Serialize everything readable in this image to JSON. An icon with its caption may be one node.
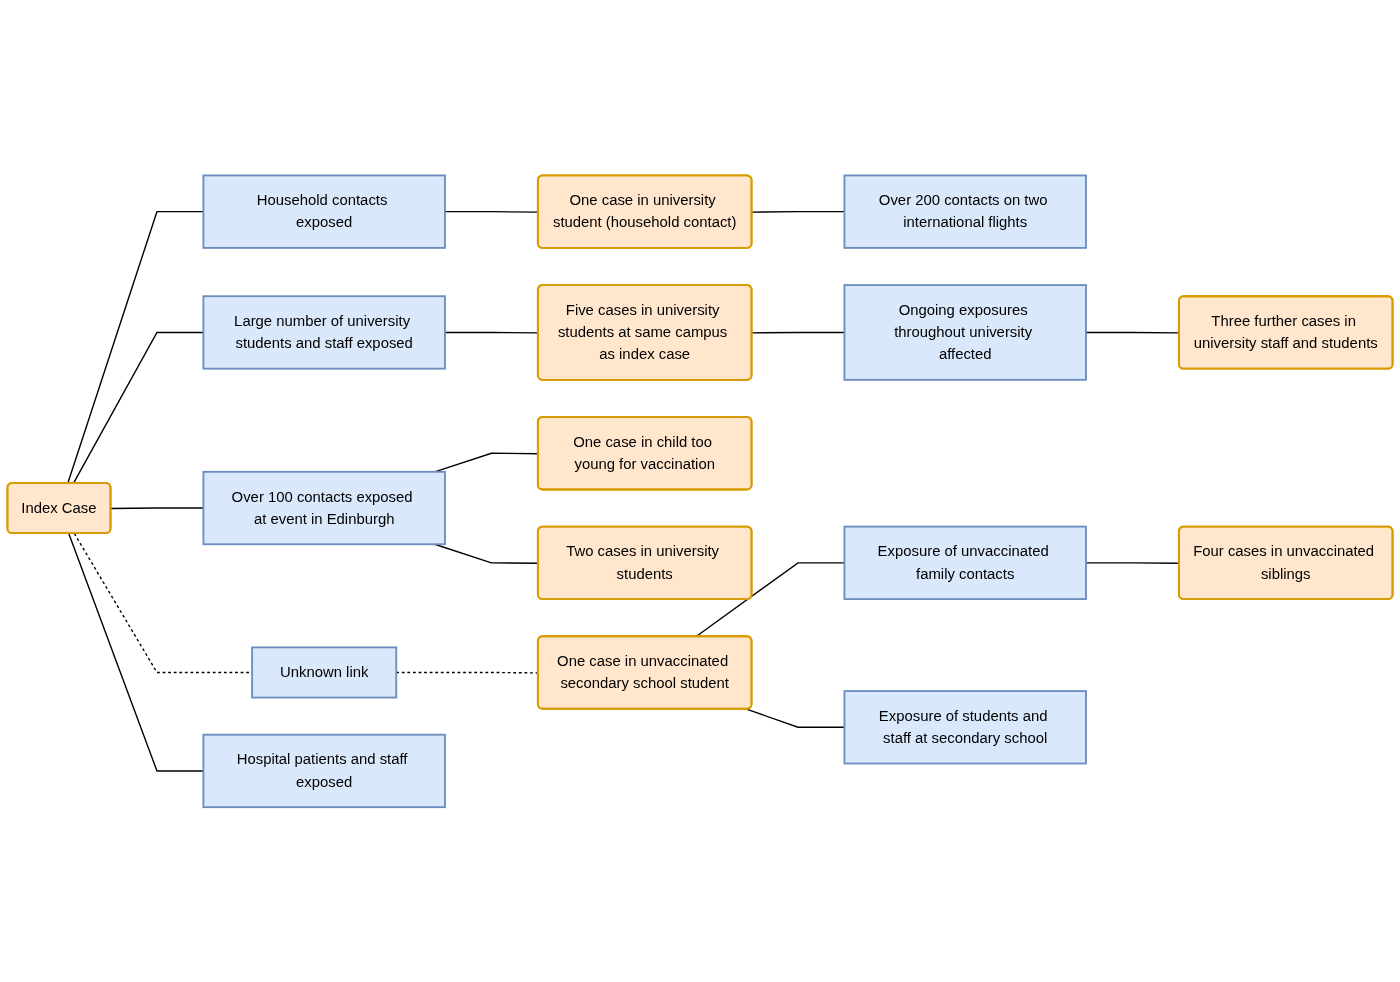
{
  "diagram": {
    "nodes": [
      {
        "text": [
          "Index Case"
        ]
      },
      {
        "text": [
          "Household contacts exposed"
        ]
      },
      {
        "text": [
          "One case in university student (household contact)"
        ]
      },
      {
        "text": [
          "Over 200 contacts on two international flights"
        ]
      },
      {
        "text": [
          "Large number of university students and staff exposed"
        ]
      },
      {
        "text": [
          "Five cases in university students at same campus as index case"
        ]
      },
      {
        "text": [
          "Ongoing exposures throughout university affected"
        ]
      },
      {
        "text": [
          "Three further cases in university staff and students"
        ]
      },
      {
        "text": [
          "Over 100 contacts exposed at event in Edinburgh"
        ]
      },
      {
        "text": [
          "One case in child too young for vaccination"
        ]
      },
      {
        "text": [
          "Two cases in university students"
        ]
      },
      {
        "text": [
          "Unknown link"
        ]
      },
      {
        "text": [
          "One case in unvaccinated secondary school student"
        ]
      },
      {
        "text": [
          "Exposure of unvaccinated family contacts"
        ]
      },
      {
        "text": [
          "Four cases in unvaccinated siblings"
        ]
      },
      {
        "text": [
          "Exposure of students and staff at secondary school"
        ]
      },
      {
        "text": [
          "Hospital patients and staff exposed"
        ]
      }
    ],
    "edges": [
      {
        "from": 0,
        "to": 1,
        "arrow": "none"
      },
      {
        "from": 0,
        "to": 4,
        "arrow": "none"
      },
      {
        "from": 0,
        "to": 8,
        "arrow": "none"
      },
      {
        "from": 0,
        "to": 11,
        "arrow": "none",
        "style": "dashed"
      },
      {
        "from": 0,
        "to": 16,
        "arrow": "none"
      },
      {
        "from": 1,
        "to": 2,
        "arrow": "none"
      },
      {
        "from": 2,
        "to": 3,
        "arrow": "none"
      },
      {
        "from": 4,
        "to": 5,
        "arrow": "none"
      },
      {
        "from": 5,
        "to": 6,
        "arrow": "none"
      },
      {
        "from": 6,
        "to": 7,
        "arrow": "none"
      },
      {
        "from": 8,
        "to": 9,
        "arrow": "none"
      },
      {
        "from": 8,
        "to": 10,
        "arrow": "none"
      },
      {
        "from": 11,
        "to": 12,
        "arrow": "none",
        "style": "dashed"
      },
      {
        "from": 12,
        "to": 13,
        "arrow": "none"
      },
      {
        "from": 13,
        "to": 14,
        "arrow": "none"
      },
      {
        "from": 12,
        "to": 15,
        "arrow": "none"
      }
    ]
  }
}
